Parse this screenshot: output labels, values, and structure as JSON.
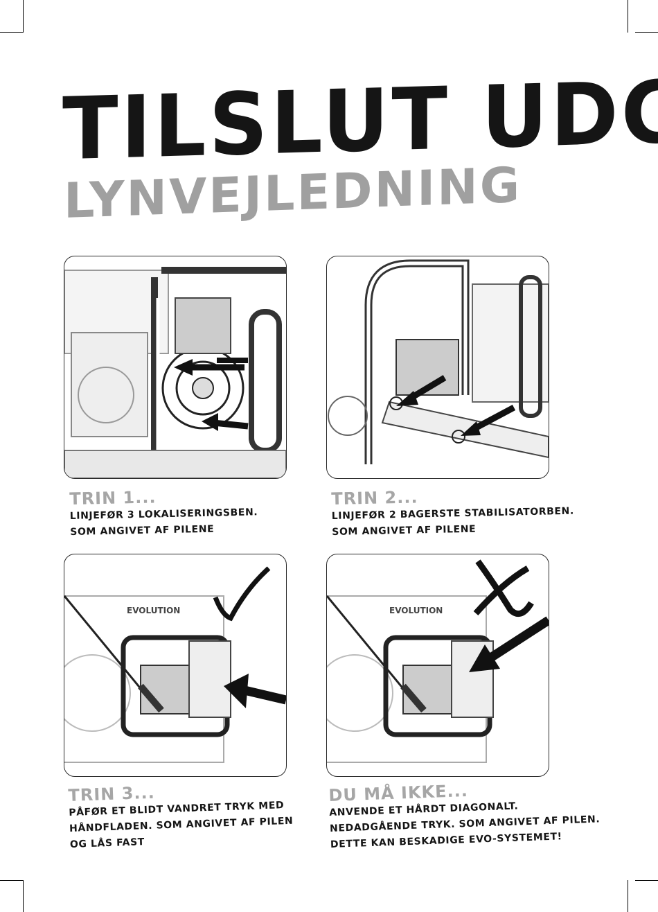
{
  "header": {
    "title": "TILSLUT UDGANG",
    "subtitle": "LYNVEJLEDNING"
  },
  "steps": [
    {
      "heading": "TRIN 1...",
      "lines": [
        "LINJEFØR 3 LOKALISERINGSBEN.",
        "SOM ANGIVET AF PILENE"
      ]
    },
    {
      "heading": "TRIN 2...",
      "lines": [
        "LINJEFØR 2 BAGERSTE STABILISATORBEN.",
        "SOM ANGIVET AF PILENE"
      ]
    },
    {
      "heading": "TRIN 3...",
      "lines": [
        "PÅFØR ET BLIDT VANDRET TRYK MED",
        "HÅNDFLADEN. SOM ANGIVET AF PILEN",
        "OG LÅS FAST"
      ]
    },
    {
      "heading": "DU MÅ IKKE...",
      "lines": [
        "ANVENDE ET HÅRDT DIAGONALT.",
        "NEDADGÅENDE TRYK. SOM ANGIVET AF PILEN.",
        "DETTE KAN BESKADIGE EVO-SYSTEMET!"
      ]
    }
  ],
  "brand_logo_text": "EVOLUTION",
  "icons": {
    "correct": "check-mark-icon",
    "wrong": "cross-mark-icon"
  }
}
